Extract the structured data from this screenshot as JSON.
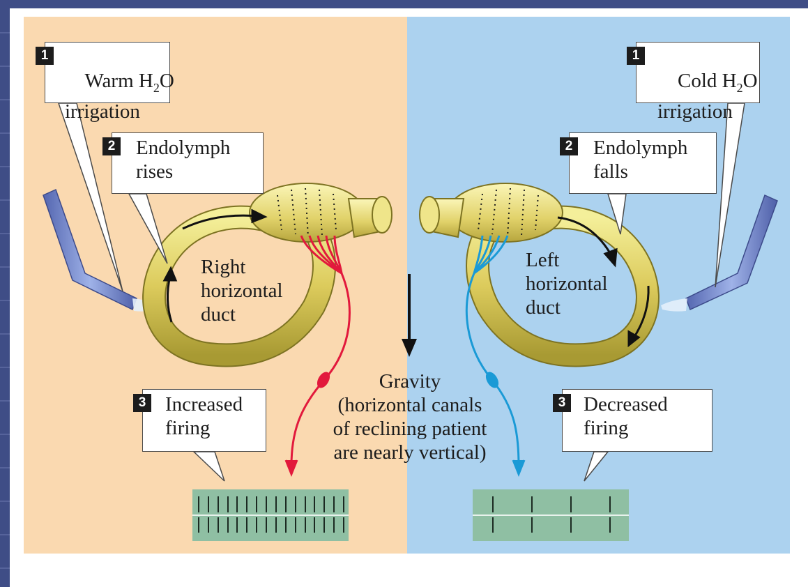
{
  "warm_side": {
    "step1": {
      "num": "1",
      "line1": "Warm H",
      "sub": "2",
      "line1_end": "O",
      "line2": "irrigation"
    },
    "step2": {
      "num": "2",
      "text": "Endolymph\nrises"
    },
    "duct_label": "Right\nhorizontal\nduct",
    "step3": {
      "num": "3",
      "text": "Increased\nfiring"
    },
    "spike_count": 16,
    "colors": {
      "panel": "#fad9b0",
      "nerve": "#e2193c"
    }
  },
  "cold_side": {
    "step1": {
      "num": "1",
      "line1": "Cold H",
      "sub": "2",
      "line1_end": "O",
      "line2": "irrigation"
    },
    "step2": {
      "num": "2",
      "text": "Endolymph\nfalls"
    },
    "duct_label": "Left\nhorizontal\nduct",
    "step3": {
      "num": "3",
      "text": "Decreased\nfiring"
    },
    "spike_count": 4,
    "colors": {
      "panel": "#acd2ef",
      "nerve": "#1a9ad6"
    }
  },
  "gravity": {
    "text": "Gravity\n(horizontal canals\nof reclining patient\nare nearly vertical)"
  }
}
